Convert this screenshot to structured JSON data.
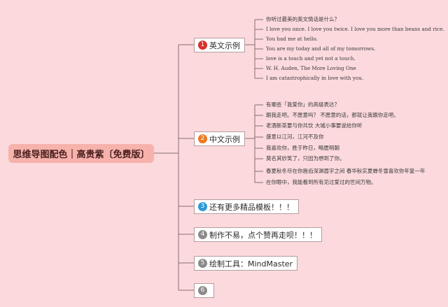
{
  "root": {
    "label": "思维导图配色｜高贵紫〔免费版〕",
    "color": "#f6b2ab"
  },
  "branches": [
    {
      "number": "1",
      "label": "英文示例",
      "badge_color": "#d9302c",
      "leaves": [
        "你听过最美的英文情话是什么？",
        "I love you once. I love you twice. I love you more than beans and rice.",
        "You had me at hello.",
        "You are my today and all of my tomorrows.",
        "love is a touch and yet not a touch.",
        "W. H. Auden, The More Loving One",
        "I am catastrophically in love with you."
      ]
    },
    {
      "number": "2",
      "label": "中文示例",
      "badge_color": "#ef7a1f",
      "leaves": [
        "有哪些「我爱你」的高级表达？",
        "跟我走吧。不愿意吗？ 不愿意的话，那就让我跟你走吧。",
        "老酒新茶要与你共饮 大城小事要说给你听",
        "盛意以江河，江河不及你",
        "我喜欢你，胜于昨日，略匮明朝",
        "莫名其妙笑了，只因为想到了你。",
        "春夏秋冬尽在你唇齿深渊眉宇之间 春华秋实夏蝉冬雪喜欢你年复一年",
        "在你眼中，我能看到所有见过爱过的世间万物。"
      ]
    },
    {
      "number": "3",
      "label": "还有更多精品模板！！！",
      "badge_color": "#2d9ad8",
      "leaves": []
    },
    {
      "number": "4",
      "label": "制作不易，点个赞再走呗！！！",
      "badge_color": "#8a8a8a",
      "leaves": []
    },
    {
      "number": "5",
      "label": "绘制工具：MindMaster",
      "badge_color": "#8a8a8a",
      "leaves": []
    },
    {
      "number": "6",
      "label": "",
      "badge_color": "#8a8a8a",
      "leaves": []
    }
  ],
  "colors": {
    "background": "#fbd9dd",
    "connector": "#8a7070"
  }
}
